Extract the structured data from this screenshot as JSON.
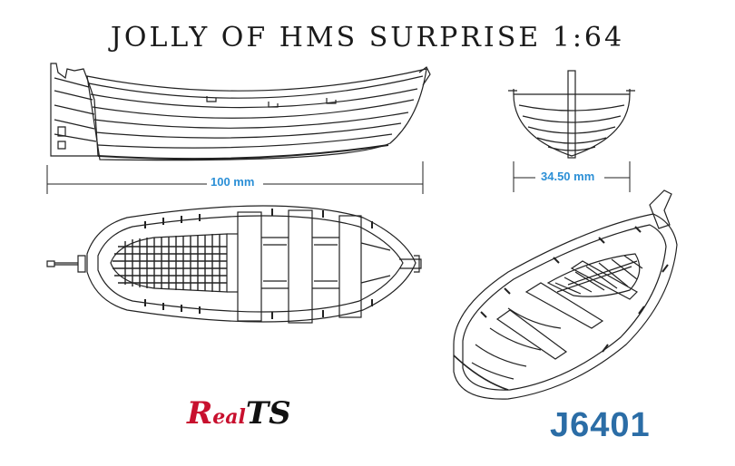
{
  "title": "JOLLY OF HMS SURPRISE 1:64",
  "dimensions": {
    "length": "100 mm",
    "beam": "34.50 mm"
  },
  "product_code": "J6401",
  "brand": {
    "logo_text_r": "R",
    "logo_text_e": "eal",
    "logo_text_ts": "TS"
  },
  "colors": {
    "dimension_blue": "#2b8fd6",
    "code_blue": "#2b6da6",
    "logo_red": "#c8102e",
    "line": "#222222"
  }
}
